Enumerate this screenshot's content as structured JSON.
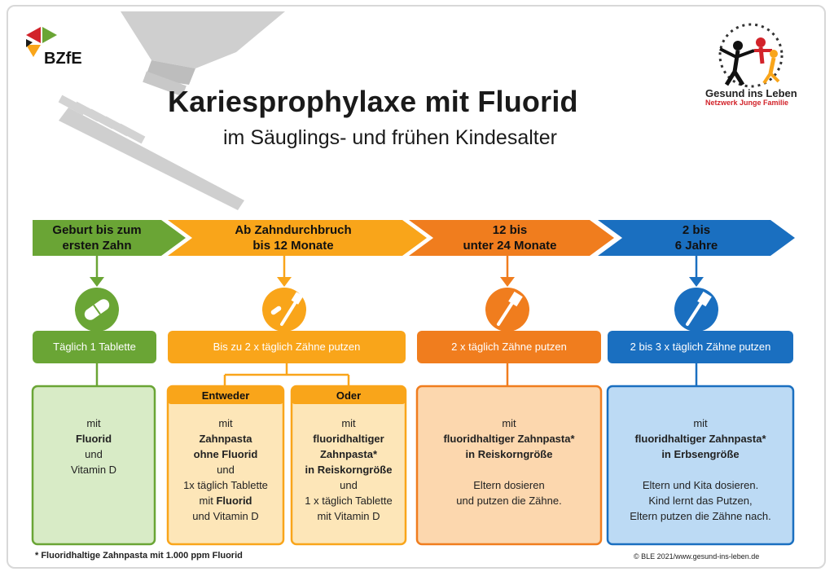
{
  "header": {
    "logo": "BZfE",
    "title": "Kariesprophylaxe mit Fluorid",
    "subtitle": "im Säuglings- und frühen Kindesalter",
    "partner_name": "Gesund ins Leben",
    "partner_tagline": "Netzwerk Junge Familie"
  },
  "colors": {
    "green": "#6aa535",
    "yellow": "#f9a51a",
    "orange": "#f07d1e",
    "blue": "#1a6fc0"
  },
  "stages": [
    {
      "label_lines": [
        "Geburt bis zum",
        "ersten Zahn"
      ],
      "icon": "tablet-icon",
      "action": "Täglich 1 Tablette",
      "box_lines": [
        [
          "mit"
        ],
        [
          "**Fluorid"
        ],
        [
          "und"
        ],
        [
          "Vitamin D"
        ]
      ]
    },
    {
      "label_lines": [
        "Ab Zahndurchbruch",
        "bis 12 Monate"
      ],
      "icon": "toothbrush-tablet-icon",
      "action": "Bis zu 2 x täglich Zähne putzen",
      "sub_boxes": [
        {
          "head": "Entweder",
          "lines": [
            [
              "mit"
            ],
            [
              "**Zahnpasta"
            ],
            [
              "**ohne Fluorid"
            ],
            [
              "und"
            ],
            [
              "1x täglich Tablette"
            ],
            [
              "mit ",
              "**Fluorid"
            ],
            [
              "und Vitamin D"
            ]
          ]
        },
        {
          "head": "Oder",
          "lines": [
            [
              "mit"
            ],
            [
              "**fluoridhaltiger"
            ],
            [
              "**Zahnpasta*"
            ],
            [
              "**in Reiskorngröße"
            ],
            [
              "und"
            ],
            [
              "1 x täglich Tablette"
            ],
            [
              "mit Vitamin D"
            ]
          ]
        }
      ]
    },
    {
      "label_lines": [
        "12 bis",
        "unter 24 Monate"
      ],
      "icon": "toothbrush-icon",
      "action": "2 x täglich Zähne putzen",
      "box_lines": [
        [
          "mit"
        ],
        [
          "**fluoridhaltiger Zahnpasta*"
        ],
        [
          "**in Reiskorngröße"
        ],
        [
          ""
        ],
        [
          "Eltern dosieren"
        ],
        [
          "und putzen die Zähne."
        ]
      ]
    },
    {
      "label_lines": [
        "2 bis",
        "6 Jahre"
      ],
      "icon": "toothbrush-icon",
      "action": "2 bis 3 x täglich Zähne putzen",
      "box_lines": [
        [
          "mit"
        ],
        [
          "**fluoridhaltiger Zahnpasta*"
        ],
        [
          "**in Erbsengröße"
        ],
        [
          ""
        ],
        [
          "Eltern und Kita dosieren."
        ],
        [
          "Kind lernt das Putzen,"
        ],
        [
          "Eltern putzen die Zähne nach."
        ]
      ]
    }
  ],
  "footer": {
    "footnote": "* Fluoridhaltige Zahnpasta mit 1.000 ppm Fluorid",
    "copyright": "© BLE 2021/www.gesund-ins-leben.de"
  }
}
